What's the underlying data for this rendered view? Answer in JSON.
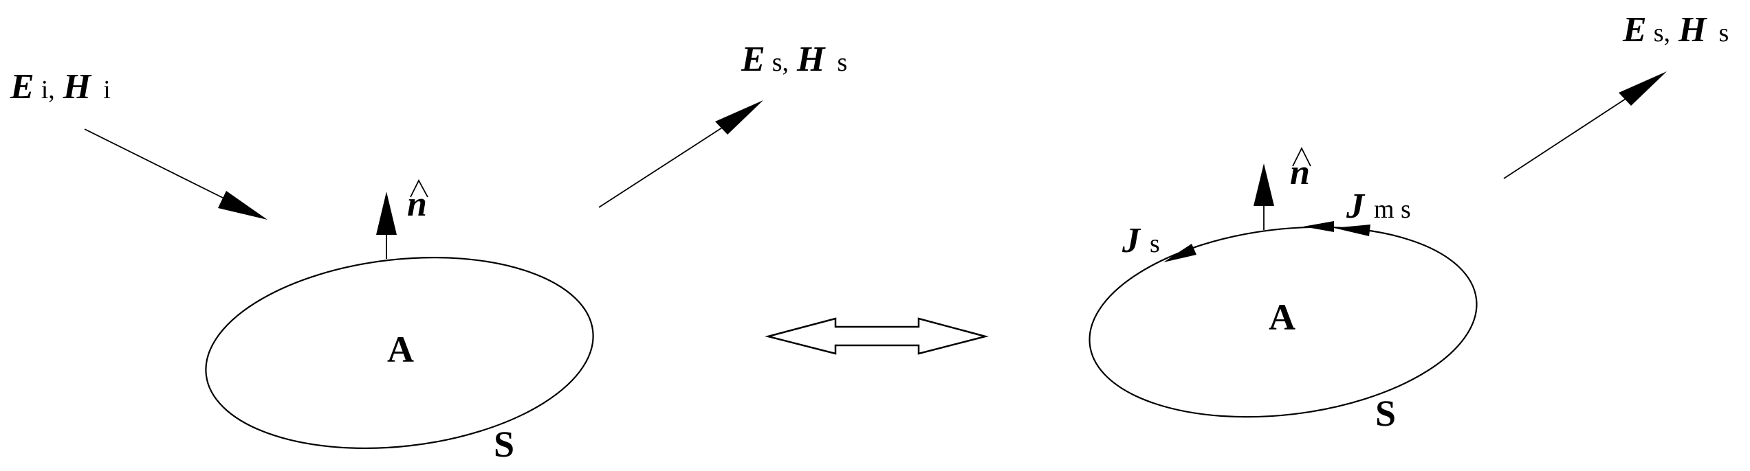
{
  "figure": {
    "left_panel": {
      "incident_label": {
        "vector1": "E",
        "sub1": "i,",
        "vector2": "H",
        "sub2": "i"
      },
      "scattered_label": {
        "vector1": "E",
        "sub1": "s,",
        "vector2": "H",
        "sub2": "s"
      },
      "normal_label": {
        "symbol": "n",
        "hat": "^"
      },
      "region_label": "A",
      "surface_label": "S"
    },
    "equivalence_symbol": "double-headed-hollow-arrow",
    "right_panel": {
      "scattered_label": {
        "vector1": "E",
        "sub1": "s,",
        "vector2": "H",
        "sub2": "s"
      },
      "normal_label": {
        "symbol": "n",
        "hat": "^"
      },
      "electric_current_label": {
        "vector": "J",
        "sub": "s"
      },
      "magnetic_current_label": {
        "vector": "J",
        "sub": "m s"
      },
      "region_label": "A",
      "surface_label": "S"
    }
  }
}
